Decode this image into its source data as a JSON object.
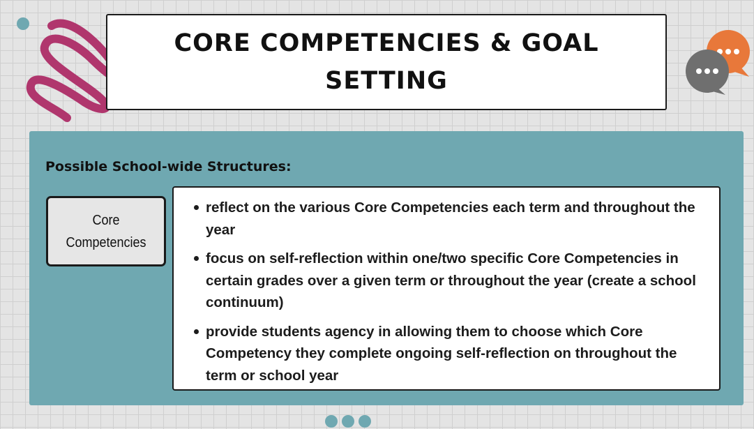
{
  "slide": {
    "title": "CORE COMPETENCIES & GOAL SETTING",
    "subheading": "Possible School-wide Structures:",
    "label": "Core Competencies",
    "bullets": [
      "reflect on the various Core Competencies each term and throughout the year",
      "focus on self-reflection within one/two specific Core Competencies in certain grades over a given term or throughout the year (create a school continuum)",
      "provide students agency in allowing them to choose which Core Competency they complete ongoing self-reflection on throughout the term or school year"
    ]
  },
  "decorations": {
    "squiggle_icon": "magenta-squiggle-icon",
    "chat_icon": "speech-bubbles-icon",
    "colors": {
      "panel": "#6fa8b1",
      "squiggle": "#b0366d",
      "bubble_orange": "#e8783a",
      "bubble_gray": "#6f6f6f"
    }
  }
}
